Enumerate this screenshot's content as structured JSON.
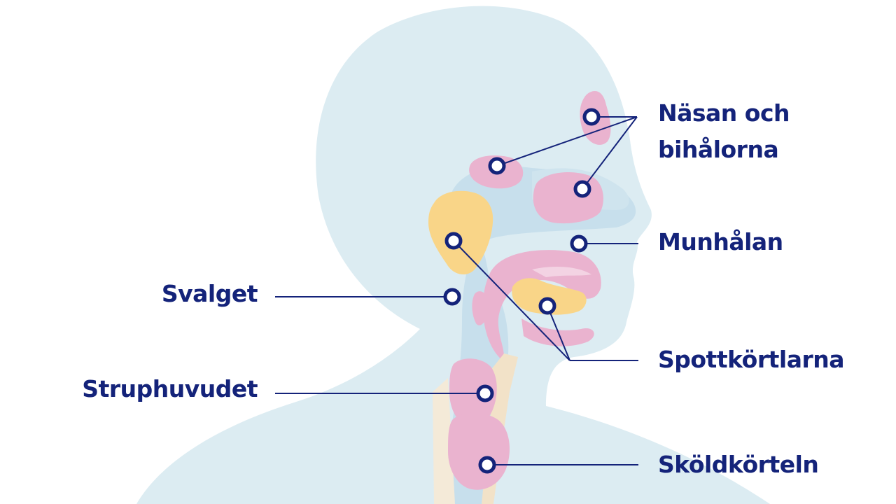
{
  "diagram": {
    "labels": {
      "nose_sinuses_line1": "Näsan och",
      "nose_sinuses_line2": "bihålorna",
      "oral_cavity": "Munhålan",
      "pharynx": "Svalget",
      "salivary_glands": "Spottkörtlarna",
      "larynx": "Struphuvudet",
      "thyroid": "Sköldkörteln"
    },
    "colors": {
      "head_silhouette": "#dcecf2",
      "inner_airway": "#c7dfec",
      "organ_pink": "#eab3cf",
      "gland_yellow": "#f9d588",
      "label_navy": "#14237a",
      "background": "#ffffff"
    }
  }
}
